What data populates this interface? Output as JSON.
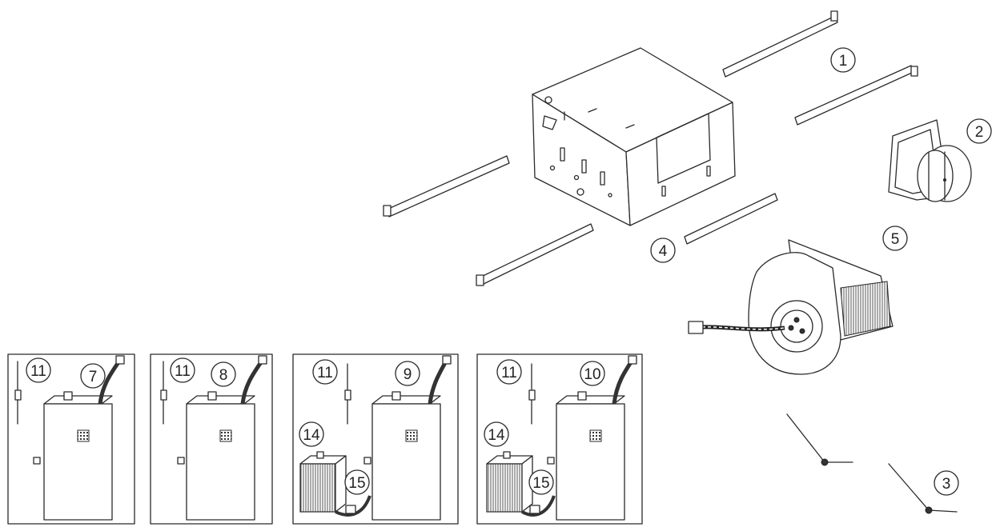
{
  "callouts": {
    "c1": "1",
    "c2": "2",
    "c3": "3",
    "c4": "4",
    "c5": "5",
    "c7": "7",
    "c8": "8",
    "c9": "9",
    "c10": "10",
    "c11a": "11",
    "c11b": "11",
    "c11c": "11",
    "c11d": "11",
    "c14a": "14",
    "c14b": "14",
    "c15a": "15",
    "c15b": "15"
  }
}
